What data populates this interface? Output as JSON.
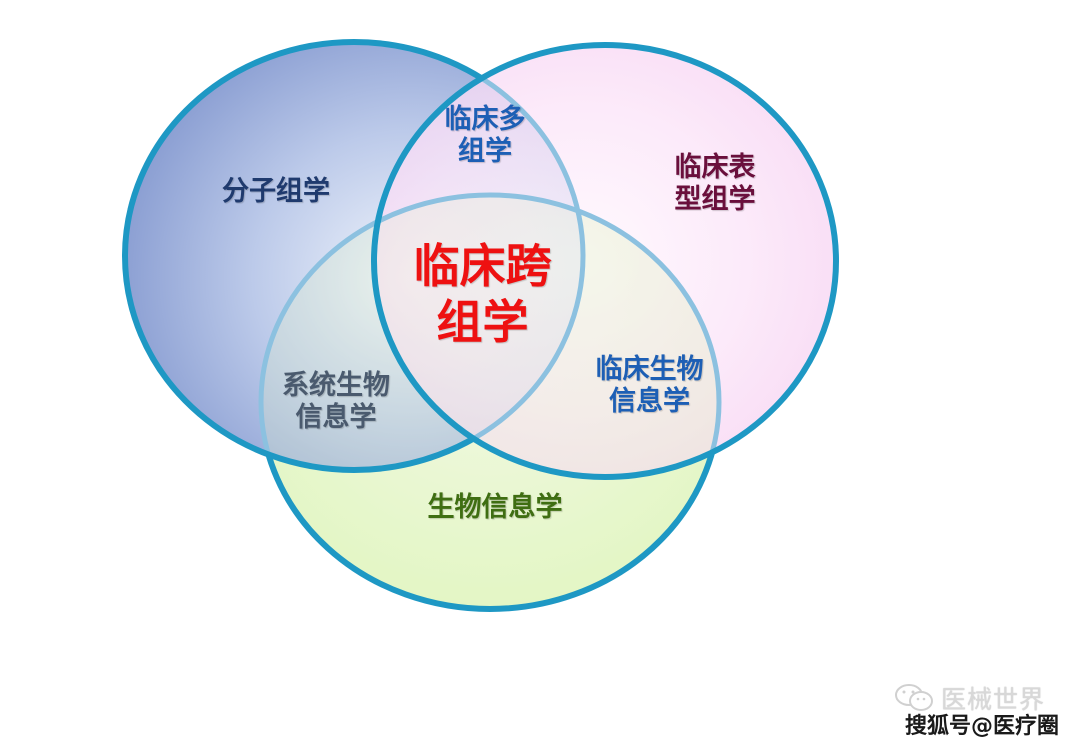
{
  "diagram": {
    "type": "venn",
    "circles": [
      {
        "id": "molecular",
        "label": "分子组学",
        "fill_center": "#e6ecf8",
        "fill_edge": "#8fa5d6",
        "stroke": "#1e98c4",
        "text_color": "#1f3a6e"
      },
      {
        "id": "clinical-phenotype",
        "label": "临床表型组学",
        "fill_center": "#fff5fd",
        "fill_edge": "#f7d4f3",
        "stroke": "#1e98c4",
        "text_color": "#6a0f3c"
      },
      {
        "id": "bioinformatics",
        "label": "生物信息学",
        "fill_center": "#f4fbe6",
        "fill_edge": "#e4f7c4",
        "stroke": "#1e98c4",
        "text_color": "#3f6e12"
      }
    ],
    "regions": {
      "molecular": "分子组学",
      "clinical_phenotype": "临床表\n型组学",
      "bioinformatics": "生物信息学",
      "molecular_clinical": "临床多\n组学",
      "molecular_bio": "系统生物\n信息学",
      "clinical_bio": "临床生物\n信息学",
      "center": "临床跨\n组学"
    },
    "colors": {
      "stroke": "#1e98c4",
      "inner_stroke": "#8cc1e0",
      "center_text": "#ee1111",
      "multi_omics_text": "#1d5fb5",
      "systems_bio_text": "#4a5a6e",
      "clinical_bio_text": "#1d5fb5",
      "molecular_text": "#1f3a6e",
      "phenotype_text": "#6a0f3c",
      "bio_text": "#3f6e12"
    }
  },
  "watermark": {
    "brand": "医械世界",
    "source": "搜狐号@医疗圈",
    "icon": "wechat-icon"
  }
}
